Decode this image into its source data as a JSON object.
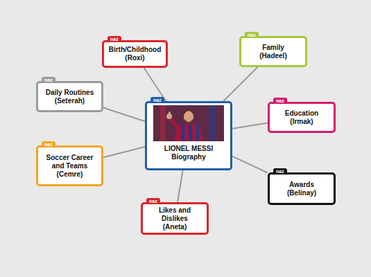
{
  "diagram": {
    "nodes": [
      {
        "text": [
          "naz",
          "Birth/Childhood (Roxi)"
        ]
      },
      {
        "text": [
          "naz",
          "Family (Hadeel)"
        ]
      },
      {
        "text": [
          "naz",
          "Daily Routines (Seterah)"
        ]
      },
      {
        "text": [
          "naz",
          "LIONEL MESSI Biography"
        ]
      },
      {
        "text": [
          "naz",
          "Education (Irmak)"
        ]
      },
      {
        "text": [
          "naz",
          "Soccer Career and Teams (Cemre)"
        ]
      },
      {
        "text": [
          "naz",
          "Awards (Belinay)"
        ]
      },
      {
        "text": [
          "naz",
          "Likes and Dislikes (Aneta)"
        ]
      }
    ],
    "edges": [
      {
        "from": 3,
        "to": 0,
        "arrow": "none"
      },
      {
        "from": 3,
        "to": 1,
        "arrow": "none"
      },
      {
        "from": 3,
        "to": 2,
        "arrow": "none"
      },
      {
        "from": 3,
        "to": 4,
        "arrow": "none"
      },
      {
        "from": 3,
        "to": 5,
        "arrow": "none"
      },
      {
        "from": 3,
        "to": 6,
        "arrow": "none"
      },
      {
        "from": 3,
        "to": 7,
        "arrow": "none"
      }
    ]
  }
}
